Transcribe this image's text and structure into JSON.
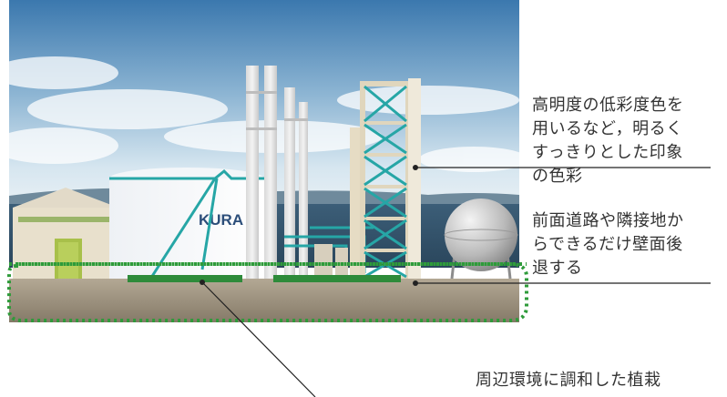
{
  "annotations": {
    "color_guideline": "高明度の低彩度色を\n用いるなど，明るく\nすっきりとした印象\nの色彩",
    "setback_guideline": "前面道路や隣接地か\nらできるだけ壁面後\n退する",
    "planting_guideline": "周辺環境に調和した植栽"
  },
  "building": {
    "tank_logo": "KURA"
  },
  "colors": {
    "sky_top": "#3f7fb6",
    "sky_bottom": "#d9e8f2",
    "sea": "#2e4f6a",
    "ground": "#9a8d7a",
    "planting_line": "#2e9b3a",
    "pipe_teal": "#26a6a6",
    "structure_beige": "#e9e2cf",
    "label_text": "#333333"
  }
}
